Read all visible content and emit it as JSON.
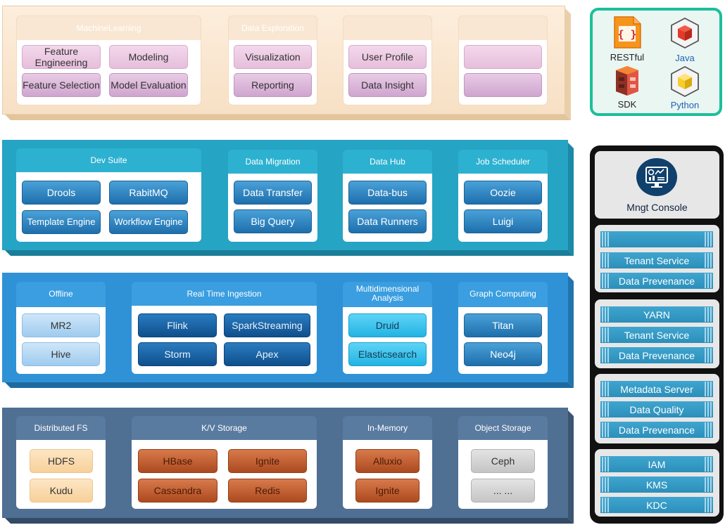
{
  "layers": {
    "apps": {
      "groups": [
        {
          "title": "MachineLearning",
          "items": [
            "Feature Engineering",
            "Modeling",
            "Feature Selection",
            "Model Evaluation"
          ]
        },
        {
          "title": "Data Exploration",
          "items": [
            "Visualization",
            "Reporting"
          ]
        },
        {
          "title": "",
          "items": [
            "User Profile",
            "Data Insight"
          ]
        },
        {
          "title": "",
          "items": [
            "",
            ""
          ]
        }
      ]
    },
    "services": {
      "groups": [
        {
          "title": "Dev Suite",
          "items": [
            "Drools",
            "RabitMQ",
            "Template Engine",
            "Workflow Engine"
          ]
        },
        {
          "title": "Data Migration",
          "items": [
            "Data Transfer",
            "Big Query"
          ]
        },
        {
          "title": "Data Hub",
          "items": [
            "Data-bus",
            "Data Runners"
          ]
        },
        {
          "title": "Job Scheduler",
          "items": [
            "Oozie",
            "Luigi"
          ]
        }
      ]
    },
    "compute": {
      "groups": [
        {
          "title": "Offline",
          "items": [
            "MR2",
            "Hive"
          ]
        },
        {
          "title": "Real Time Ingestion",
          "items": [
            "Flink",
            "SparkStreaming",
            "Storm",
            "Apex"
          ]
        },
        {
          "title": "Multidimensional Analysis",
          "items": [
            "Druid",
            "Elasticsearch"
          ]
        },
        {
          "title": "Graph Computing",
          "items": [
            "Titan",
            "Neo4j"
          ]
        }
      ]
    },
    "storage": {
      "groups": [
        {
          "title": "Distributed FS",
          "items": [
            "HDFS",
            "Kudu"
          ]
        },
        {
          "title": "K/V Storage",
          "items": [
            "HBase",
            "Ignite",
            "Cassandra",
            "Redis"
          ]
        },
        {
          "title": "In-Memory",
          "items": [
            "Alluxio",
            "Ignite"
          ]
        },
        {
          "title": "Object Storage",
          "items": [
            "Ceph",
            "... ..."
          ]
        }
      ]
    }
  },
  "api_box": {
    "items": [
      {
        "label": "RESTful",
        "icon": "braces-document-icon"
      },
      {
        "label": "Java",
        "icon": "java-cube-icon"
      },
      {
        "label": "SDK",
        "icon": "sdk-bucket-icon"
      },
      {
        "label": "Python",
        "icon": "python-cube-icon"
      }
    ]
  },
  "right_panel": {
    "console_label": "Mngt Console",
    "blocks": [
      [
        "",
        "Tenant Service",
        "Data Prevenance"
      ],
      [
        "YARN",
        "Tenant Service",
        "Data Prevenance"
      ],
      [
        "Metadata Server",
        "Data Quality",
        "Data Prevenance"
      ],
      [
        "IAM",
        "KMS",
        "KDC"
      ]
    ]
  },
  "colors": {
    "apps_layer": "#fbe6cf",
    "services_layer": "#23a3c3",
    "compute_layer": "#2d8fd3",
    "storage_layer": "#4e6e91",
    "api_border": "#1cbf9a",
    "right_panel_bg": "#111111"
  }
}
